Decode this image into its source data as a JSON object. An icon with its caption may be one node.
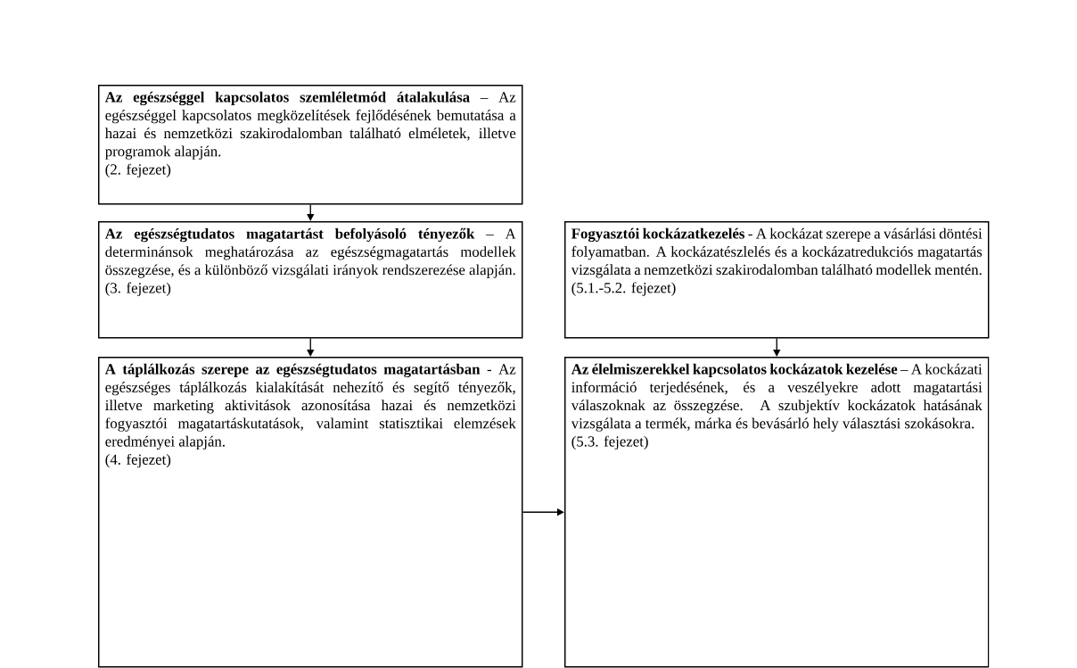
{
  "diagram": {
    "nodes": [
      {
        "text": [
          "**Az egészséggel kapcsolatos szemléletmód átalakulása** – Az egészséggel kapcsolatos megközelítések fejlődésének bemutatása a hazai és nemzetközi szakirodalomban található elméletek, illetve programok alapján.",
          "(2. fejezet)"
        ]
      },
      {
        "text": [
          "**Az egészségtudatos magatartást befolyásoló tényezők** – A determinánsok meghatározása az egészségmagatartás modellek összegzése, és a különböző vizsgálati irányok rendszerezése alapján.",
          "(3. fejezet)"
        ]
      },
      {
        "text": [
          "**Fogyasztói kockázatkezelés** - A kockázat szerepe a vásárlási döntési folyamatban. A kockázatészlelés és a kockázatredukciós magatartás vizsgálata a nemzetközi szakirodalomban található modellek mentén.",
          "(5.1.-5.2. fejezet)"
        ]
      },
      {
        "text": [
          "**A táplálkozás szerepe az egészségtudatos magatartásban** - Az egészséges táplálkozás kialakítását nehezítő és segítő tényezők, illetve marketing aktivitások azonosítása hazai és nemzetközi fogyasztói magatartáskutatások, valamint statisztikai elemzések eredményei alapján.",
          "(4. fejezet)"
        ]
      },
      {
        "text": [
          "**Az élelmiszerekkel kapcsolatos kockázatok kezelése** – A kockázati információ terjedésének, és a veszélyekre adott magatartási válaszoknak az összegzése. A szubjektív kockázatok hatásának vizsgálata a termék, márka és bevásárló hely választási szokásokra.",
          "(5.3. fejezet)"
        ]
      }
    ],
    "edges": [
      {
        "from": 0,
        "to": 1,
        "arrow": "to"
      },
      {
        "from": 1,
        "to": 3,
        "arrow": "to"
      },
      {
        "from": 2,
        "to": 4,
        "arrow": "to"
      },
      {
        "from": 3,
        "to": 4,
        "arrow": "to"
      }
    ]
  }
}
